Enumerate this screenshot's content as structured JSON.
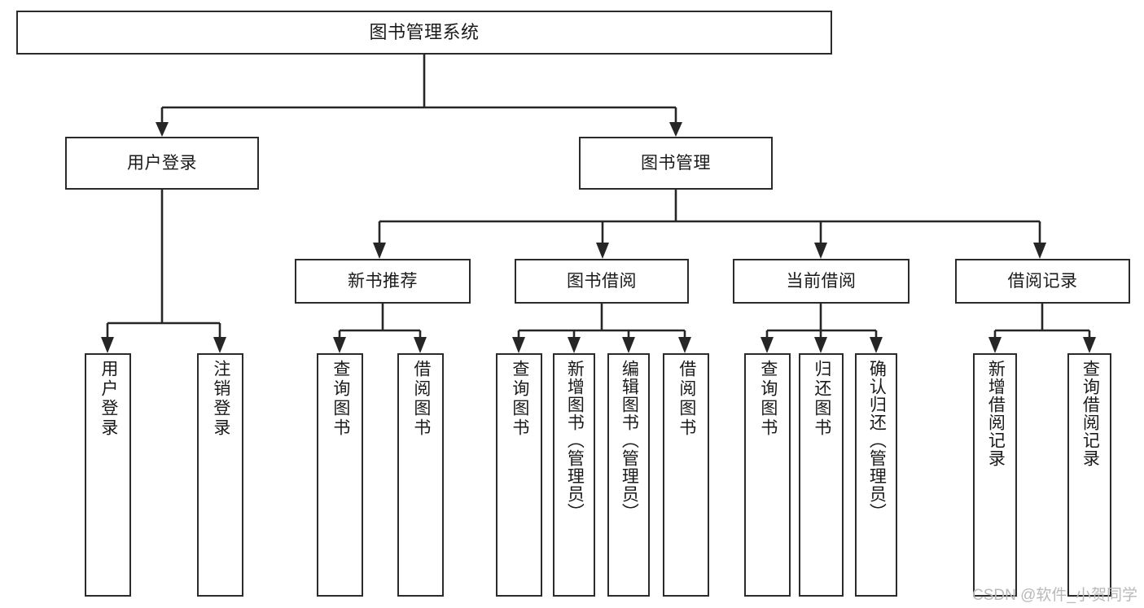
{
  "diagram": {
    "title": "图书管理系统",
    "type": "tree-hierarchy-chart",
    "watermark": "CSDN @软件_小贺同学",
    "colors": {
      "box_border": "#2b2b2b",
      "connector": "#262626",
      "background": "#ffffff",
      "text": "#1a1a1a",
      "watermark": "#b9b9b9"
    },
    "root": {
      "label": "图书管理系统"
    },
    "level1": [
      {
        "label": "用户登录"
      },
      {
        "label": "图书管理"
      }
    ],
    "level2": [
      {
        "label": "新书推荐"
      },
      {
        "label": "图书借阅"
      },
      {
        "label": "当前借阅"
      },
      {
        "label": "借阅记录"
      }
    ],
    "leaves": {
      "user_login": [
        {
          "label": "用户登录"
        },
        {
          "label": "注销登录"
        }
      ],
      "new_book_recommend": [
        {
          "label": "查询图书"
        },
        {
          "label": "借阅图书"
        }
      ],
      "book_borrow": [
        {
          "label": "查询图书"
        },
        {
          "label": "新增图书（管理员）"
        },
        {
          "label": "编辑图书（管理员）"
        },
        {
          "label": "借阅图书"
        }
      ],
      "current_borrow": [
        {
          "label": "查询图书"
        },
        {
          "label": "归还图书"
        },
        {
          "label": "确认归还（管理员）"
        }
      ],
      "borrow_record": [
        {
          "label": "新增借阅记录"
        },
        {
          "label": "查询借阅记录"
        }
      ]
    }
  }
}
